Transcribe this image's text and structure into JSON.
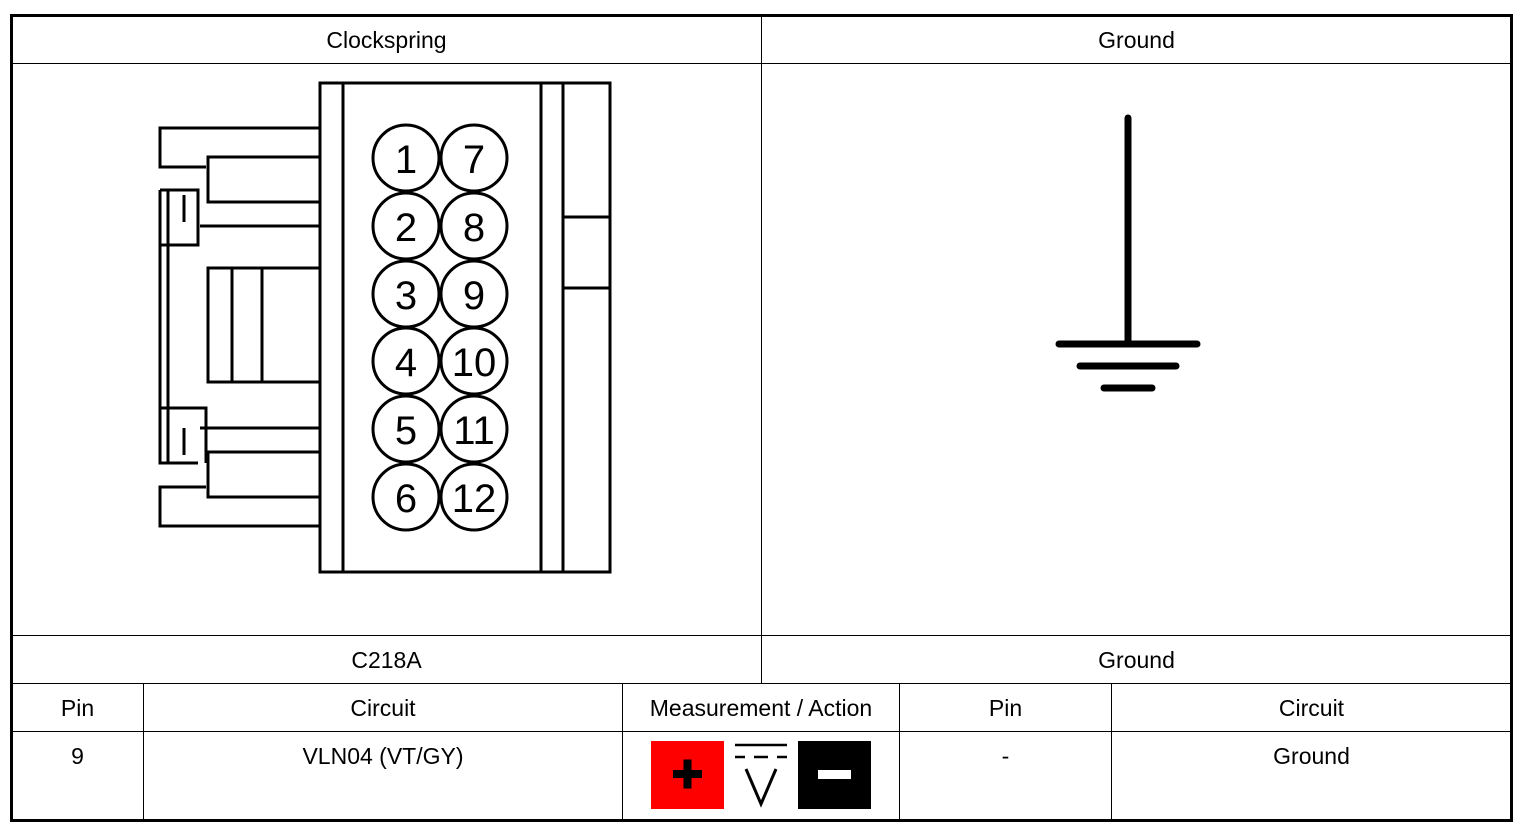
{
  "header": {
    "left_title": "Clockspring",
    "right_title": "Ground"
  },
  "connector": {
    "pins_left": [
      "1",
      "2",
      "3",
      "4",
      "5",
      "6"
    ],
    "pins_right": [
      "7",
      "8",
      "9",
      "10",
      "11",
      "12"
    ]
  },
  "labels": {
    "left_label": "C218A",
    "right_label": "Ground"
  },
  "table": {
    "columns": [
      "Pin",
      "Circuit",
      "Measurement / Action",
      "Pin",
      "Circuit"
    ],
    "row": {
      "pin": "9",
      "circuit": "VLN04 (VT/GY)",
      "measurement_icons": [
        "plus-probe-icon",
        "dc-voltage-icon",
        "minus-probe-icon"
      ],
      "ground_pin": "-",
      "ground_circuit": "Ground"
    }
  },
  "colors": {
    "plus_probe": "#ff0000",
    "minus_probe": "#000000",
    "lines": "#000000"
  }
}
